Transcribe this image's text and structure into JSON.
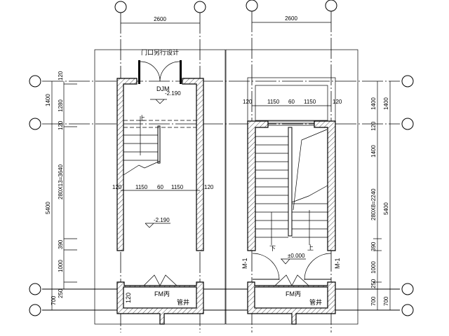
{
  "left_plan": {
    "top_dim": "2600",
    "entrance_note": "门口另行设计",
    "door_tag": "DJM",
    "top_level": "-2.190",
    "mid_level": "-2.190",
    "up_label": "上",
    "width_dims": [
      "120",
      "1150",
      "60",
      "1150",
      "120"
    ],
    "left_dims_outer": [
      "1400",
      "5400",
      "700"
    ],
    "left_dims_inner": [
      "120",
      "1280",
      "120",
      "280X13=3640",
      "390",
      "1000",
      "250"
    ],
    "bottom_room_label": "FM丙",
    "bottom_shaft_label": "管井",
    "bottom_wall_dim": "120"
  },
  "right_plan": {
    "top_dim": "2600",
    "width_dims": [
      "120",
      "1150",
      "60",
      "1150",
      "120"
    ],
    "up_label": "上",
    "down_label": "下",
    "ground_level": "±0.000",
    "door_left": "M-1",
    "door_right": "M-1",
    "bottom_room_label": "FM丙",
    "bottom_shaft_label": "管井",
    "right_dims_inner": [
      "1400",
      "120",
      "1400",
      "280X8=2240",
      "390",
      "1000",
      "250",
      "700"
    ],
    "right_dims_outer": [
      "1400",
      "5400",
      "700"
    ]
  }
}
